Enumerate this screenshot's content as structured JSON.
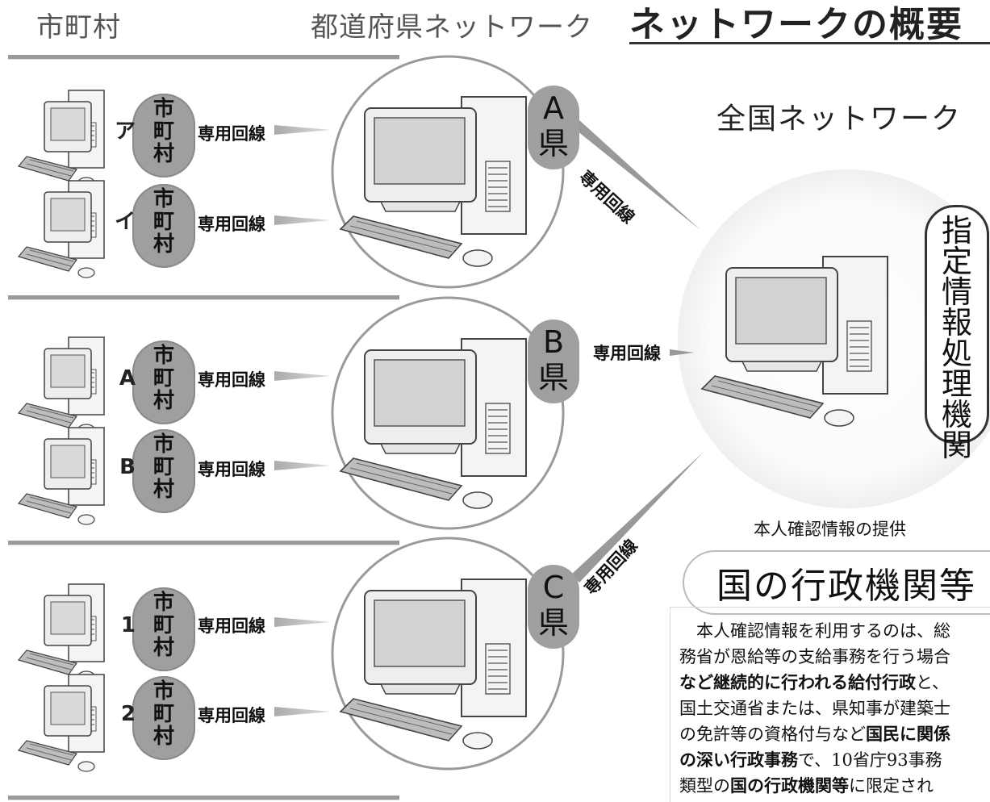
{
  "headers": {
    "municipality": "市町村",
    "prefectural_network": "都道府県ネットワーク",
    "title": "ネットワークの概要"
  },
  "line_label": "専用回線",
  "municipality_line1": "市",
  "municipality_line2": "町",
  "municipality_line3": "村",
  "municipalities": [
    {
      "letter": "ア"
    },
    {
      "letter": "イ"
    },
    {
      "letter": "A"
    },
    {
      "letter": "B"
    },
    {
      "letter": "1"
    },
    {
      "letter": "2"
    }
  ],
  "prefectures": [
    {
      "letter": "A",
      "suffix": "県"
    },
    {
      "letter": "B",
      "suffix": "県"
    },
    {
      "letter": "C",
      "suffix": "県"
    }
  ],
  "national_network": "全国ネットワーク",
  "designated_agency": [
    "指",
    "定",
    "情",
    "報",
    "処",
    "理",
    "機",
    "関"
  ],
  "provision_label": "本人確認情報の提供",
  "government": {
    "title": "国の行政機関等",
    "paragraph": [
      {
        "parts": [
          {
            "t": "　本人確認情報を利用するのは、総",
            "b": false
          }
        ]
      },
      {
        "parts": [
          {
            "t": "務省が恩給等の支給事務を行う場合",
            "b": false
          }
        ]
      },
      {
        "parts": [
          {
            "t": "など継続的に行われる給付行政",
            "b": true
          },
          {
            "t": "と、",
            "b": false
          }
        ]
      },
      {
        "parts": [
          {
            "t": "国土交通省または、県知事が建築士",
            "b": false
          }
        ]
      },
      {
        "parts": [
          {
            "t": "の免許等の資格付与など",
            "b": false
          },
          {
            "t": "国民に関係",
            "b": true
          }
        ]
      },
      {
        "parts": [
          {
            "t": "の深い行政事務",
            "b": true
          },
          {
            "t": "で、10省庁93事務",
            "b": false
          }
        ]
      },
      {
        "parts": [
          {
            "t": "類型の",
            "b": false
          },
          {
            "t": "国の行政機関等",
            "b": true
          },
          {
            "t": "に限定され",
            "b": false
          }
        ]
      }
    ]
  },
  "colors": {
    "badge_gray": "#9f9f9f",
    "separator": "#9a9a9a"
  }
}
